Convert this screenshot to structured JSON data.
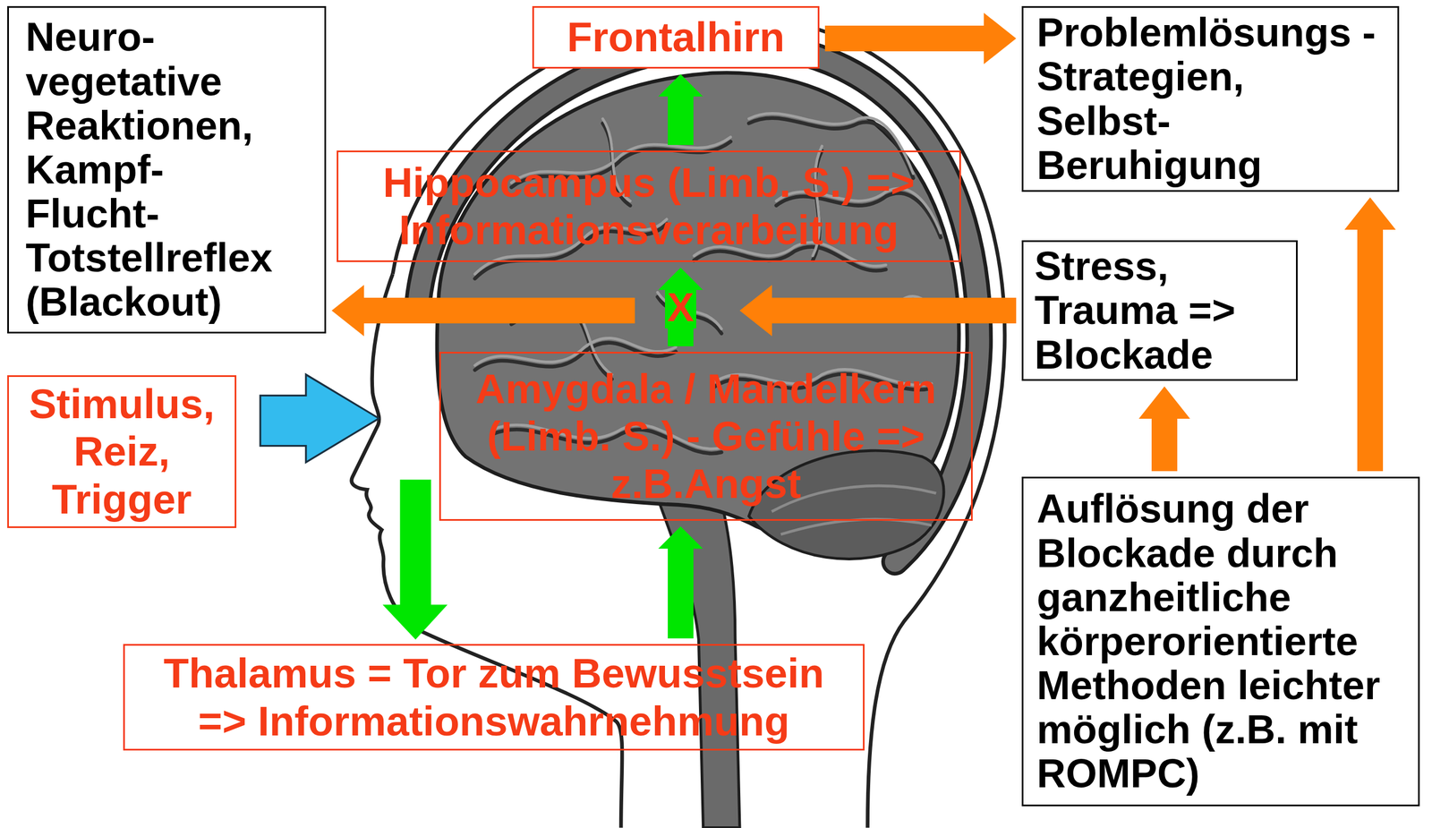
{
  "diagram": {
    "nodes": [
      {
        "text": [
          "Neuro- vegetative Reaktionen, Kampf- Flucht- Totstellreflex (Blackout)"
        ]
      },
      {
        "text": [
          "Frontalhirn"
        ]
      },
      {
        "text": [
          "Problemlösungs -Strategien, Selbst- Beruhigung"
        ]
      },
      {
        "text": [
          "Hippocampus (Limb. S.) => Informationsverarbeitung"
        ]
      },
      {
        "text": [
          "Stress, Trauma => Blockade"
        ]
      },
      {
        "text": [
          "Amygdala / Mandelkern (Limb. S.) - Gefühle => z.B.Angst"
        ]
      },
      {
        "text": [
          "Stimulus, Reiz, Trigger"
        ]
      },
      {
        "text": [
          "Auflösung der Blockade durch ganzheitliche körperorientierte Methoden leichter möglich (z.B. mit ROMPC)"
        ]
      },
      {
        "text": [
          "Thalamus = Tor zum Bewusstsein => Informationswahrnehmung"
        ]
      }
    ],
    "edges": [
      {
        "from": 1,
        "to": 2,
        "arrow": "to"
      },
      {
        "from": 3,
        "to": 1,
        "arrow": "to"
      },
      {
        "from": 5,
        "to": 3,
        "arrow": "to",
        "label": "X"
      },
      {
        "from": 8,
        "to": 5,
        "arrow": "to"
      },
      {
        "from": 4,
        "to": 0,
        "arrow": "to"
      },
      {
        "from": 7,
        "to": 4,
        "arrow": "to"
      },
      {
        "from": 7,
        "to": 2,
        "arrow": "to"
      }
    ]
  }
}
